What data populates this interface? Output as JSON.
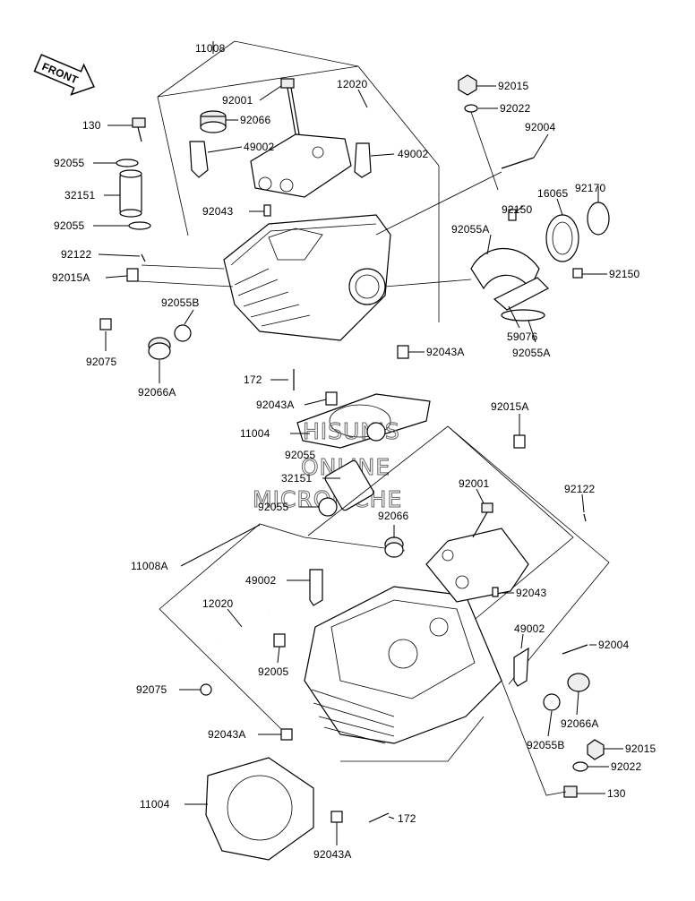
{
  "front_label": "FRONT",
  "watermark": [
    "HISUN'S",
    "ONLINE",
    "MICROFICHE"
  ],
  "labels": {
    "l_11008": "11008",
    "l_92001": "92001",
    "l_92066": "92066",
    "l_49002a": "49002",
    "l_12020": "12020",
    "l_49002b": "49002",
    "l_92015": "92015",
    "l_92022": "92022",
    "l_92004": "92004",
    "l_130": "130",
    "l_92055a": "92055",
    "l_32151": "32151",
    "l_92055b": "92055",
    "l_92043": "92043",
    "l_92150a": "92150",
    "l_16065": "16065",
    "l_92170": "92170",
    "l_92055A": "92055A",
    "l_92122": "92122",
    "l_92015A": "92015A",
    "l_92150b": "92150",
    "l_92055B": "92055B",
    "l_59076": "59076",
    "l_92055A2": "92055A",
    "l_92075": "92075",
    "l_92066A": "92066A",
    "l_92043A": "92043A",
    "l_172": "172",
    "l_92043A2": "92043A",
    "l_11004": "11004",
    "l_92055c": "92055",
    "l_32151b": "32151",
    "l_92055d": "92055",
    "l_92015A2": "92015A",
    "l_92001b": "92001",
    "l_92122b": "92122",
    "l_92066b": "92066",
    "l_11008A": "11008A",
    "l_49002c": "49002",
    "l_92043b": "92043",
    "l_12020b": "12020",
    "l_49002d": "49002",
    "l_92004b": "92004",
    "l_92005": "92005",
    "l_92075b": "92075",
    "l_92066A2": "92066A",
    "l_92043A3": "92043A",
    "l_92055B2": "92055B",
    "l_92015b": "92015",
    "l_92022b": "92022",
    "l_130b": "130",
    "l_11004b": "11004",
    "l_172b": "172",
    "l_92043A4": "92043A"
  }
}
